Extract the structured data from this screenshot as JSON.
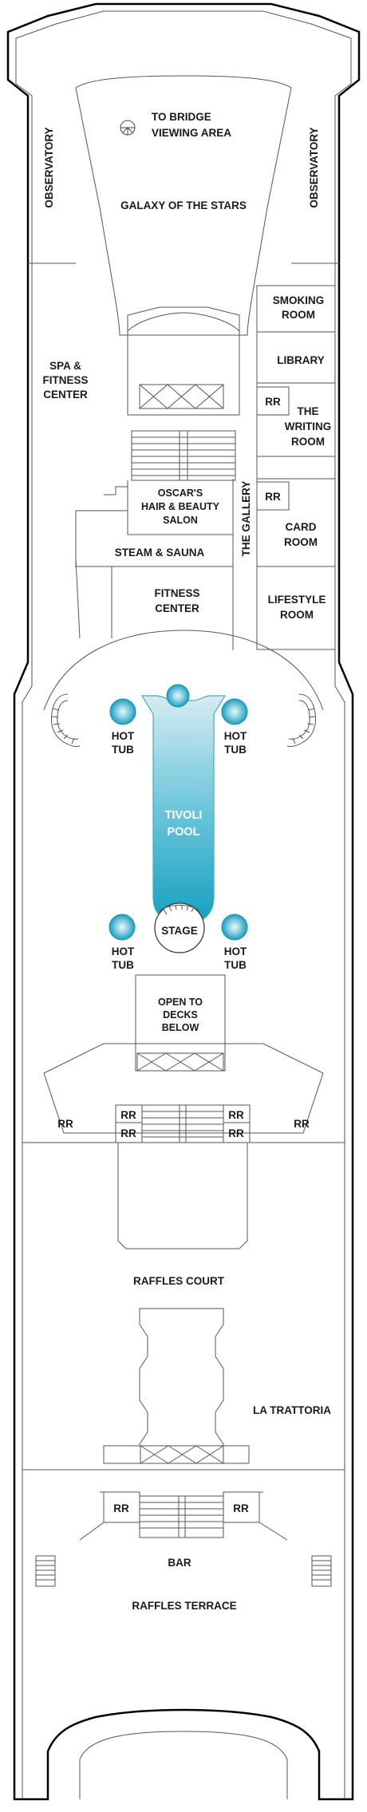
{
  "deck_plan": {
    "labels": {
      "bridge_viewing_line1": "TO BRIDGE",
      "bridge_viewing_line2": "VIEWING AREA",
      "observatory_left": "OBSERVATORY",
      "observatory_right": "OBSERVATORY",
      "galaxy_of_the_stars": "GALAXY OF THE STARS",
      "smoking_room_line1": "SMOKING",
      "smoking_room_line2": "ROOM",
      "spa_line1": "SPA &",
      "spa_line2": "FITNESS",
      "spa_line3": "CENTER",
      "library": "LIBRARY",
      "rr": "RR",
      "writing_room_line1": "THE",
      "writing_room_line2": "WRITING",
      "writing_room_line3": "ROOM",
      "salon_line1": "OSCAR'S",
      "salon_line2": "HAIR & BEAUTY",
      "salon_line3": "SALON",
      "the_gallery": "THE GALLERY",
      "card_room_line1": "CARD",
      "card_room_line2": "ROOM",
      "steam_sauna": "STEAM & SAUNA",
      "fitness_center_line1": "FITNESS",
      "fitness_center_line2": "CENTER",
      "lifestyle_room_line1": "LIFESTYLE",
      "lifestyle_room_line2": "ROOM",
      "hot_tub_line1": "HOT",
      "hot_tub_line2": "TUB",
      "tivoli_pool_line1": "TIVOLI",
      "tivoli_pool_line2": "POOL",
      "stage": "STAGE",
      "open_to_decks_line1": "OPEN TO",
      "open_to_decks_line2": "DECKS",
      "open_to_decks_line3": "BELOW",
      "raffles_court": "RAFFLES COURT",
      "la_trattoria": "LA TRATTORIA",
      "bar": "BAR",
      "raffles_terrace": "RAFFLES TERRACE"
    },
    "colors": {
      "hull_outline": "#000000",
      "interior_walls": "#555555",
      "pool_water_top": "#cfe6ef",
      "pool_water_bottom": "#1aa3c2",
      "hot_tub": "#3bb3cf"
    }
  }
}
